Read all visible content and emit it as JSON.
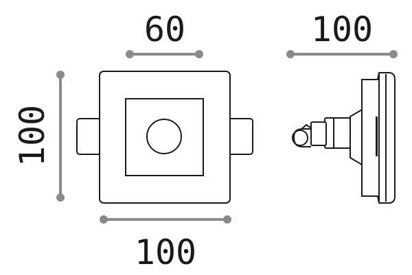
{
  "dimensions": {
    "front_top_width": "60",
    "front_height": "100",
    "front_bottom_width": "100",
    "side_width": "100"
  }
}
